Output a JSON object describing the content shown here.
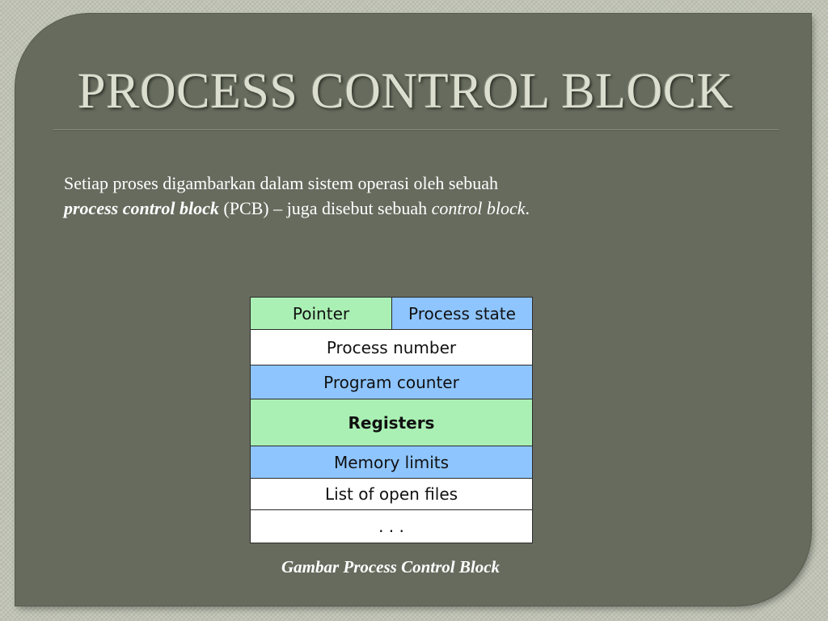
{
  "slide": {
    "title": "PROCESS CONTROL BLOCK",
    "paragraph": {
      "part1": "Setiap proses digambarkan dalam sistem operasi oleh sebuah ",
      "term": "process control block",
      "part2": " (PCB) – juga disebut sebuah ",
      "term2": "control block",
      "part3": "."
    },
    "caption": "Gambar Process Control Block"
  },
  "pcb_diagram": {
    "colors": {
      "green": "#aaf0b4",
      "blue": "#8ec5ff",
      "white": "#ffffff",
      "slide_bg": "#676b5e",
      "title": "#dcdfcf"
    },
    "rows": [
      {
        "cells": [
          {
            "label": "Pointer",
            "color": "green"
          },
          {
            "label": "Process state",
            "color": "blue"
          }
        ]
      },
      {
        "cells": [
          {
            "label": "Process number",
            "color": "white"
          }
        ]
      },
      {
        "cells": [
          {
            "label": "Program counter",
            "color": "blue"
          }
        ]
      },
      {
        "cells": [
          {
            "label": "Registers",
            "color": "green",
            "bold": true
          }
        ]
      },
      {
        "cells": [
          {
            "label": "Memory limits",
            "color": "blue"
          }
        ]
      },
      {
        "cells": [
          {
            "label": "List of open files",
            "color": "white"
          }
        ]
      },
      {
        "cells": [
          {
            "label": ". . .",
            "color": "white"
          }
        ]
      }
    ]
  }
}
